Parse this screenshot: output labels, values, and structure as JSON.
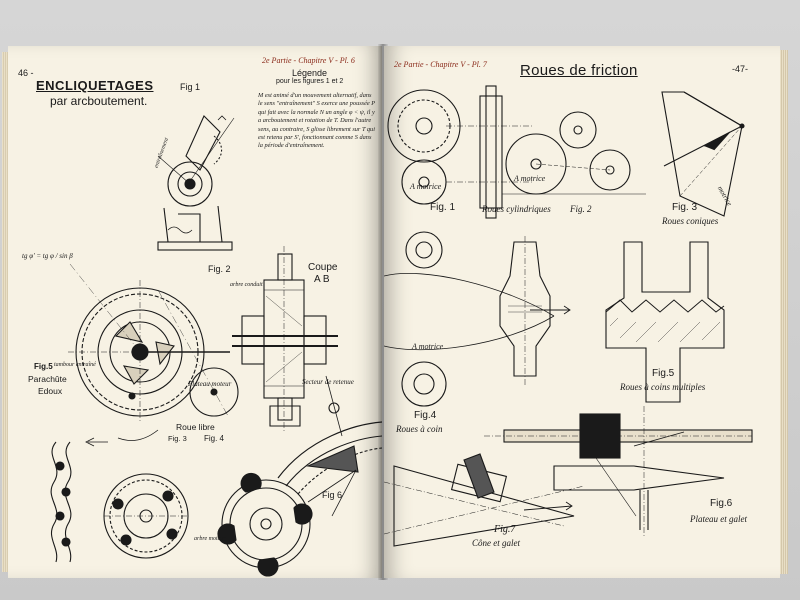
{
  "left_page": {
    "page_number": "46 -",
    "title_line1": "ENCLIQUETAGES",
    "title_line2": "par arcboutement.",
    "header": "2e Partie - Chapitre V - Pl. 6",
    "legend_title": "Légende",
    "legend_subtitle": "pour les figures 1 et 2",
    "legend_body": "M est animé d'un mouvement alternatif, dans le sens \"entraînement\" S exerce une poussée P qui fait avec la normale N un angle φ < ψ, il y a arcboutement et rotation de T. Dans l'autre sens, au contraire, S glisse librement sur T qui est retenu par S', fonctionnant comme S dans la période d'entraînement.",
    "fig1_label": "Fig 1",
    "fig2_label": "Fig. 2",
    "fig3_label": "Fig. 3",
    "fig4_label": "Fig. 4",
    "fig5_label": "Fig.5",
    "fig6_label": "Fig 6",
    "coupe_label": "Coupe",
    "coupe_ab": "A B",
    "parachute_label": "Parachûte",
    "edoux_label": "Edoux",
    "roue_libre_label": "Roue libre",
    "plateau_moteur": "Plateau moteur",
    "secteur_retenue": "Secteur de retenue",
    "arbre_conduit": "arbre conduit",
    "arbre_moteur": "arbre moteur",
    "tambour_entraine": "tambour entraîné",
    "entrainement": "entraînement",
    "formula": "tg φ' = tg φ / sin β"
  },
  "right_page": {
    "header": "2e Partie - Chapitre V - Pl. 7",
    "title": "Roues de friction",
    "page_number": "-47-",
    "fig1_label": "Fig. 1",
    "roues_cylindriques": "Roues cylindriques",
    "fig2_label": "Fig. 2",
    "fig3_label": "Fig. 3",
    "roues_coniques": "Roues coniques",
    "fig4_label": "Fig.4",
    "roues_a_coin": "Roues à coin",
    "fig5_label": "Fig.5",
    "roues_a_coins_multiples": "Roues à coins multiples",
    "fig6_label": "Fig.6",
    "plateau_et_galet": "Plateau et galet",
    "fig7_label": "Fig.7",
    "cone_et_galet": "Cône et galet",
    "a_motrice": "A motrice",
    "motrice": "motrice"
  },
  "colors": {
    "paper": "#f7f2e4",
    "ink": "#1a1a1a",
    "background": "#cfcfcf"
  }
}
